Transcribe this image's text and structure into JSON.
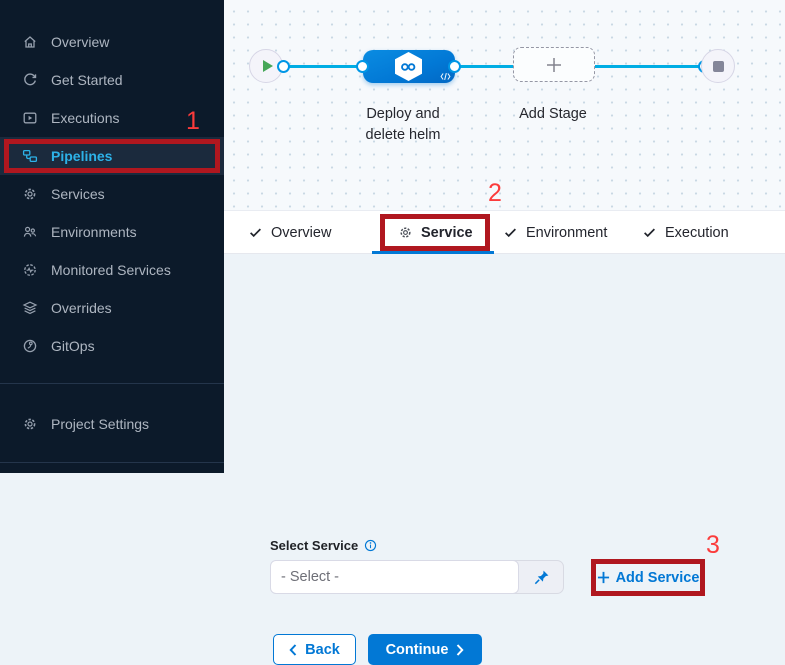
{
  "sidebar": {
    "items": [
      {
        "label": "Overview",
        "icon": "home-icon"
      },
      {
        "label": "Get Started",
        "icon": "restart-icon"
      },
      {
        "label": "Executions",
        "icon": "play-square-icon"
      },
      {
        "label": "Pipelines",
        "icon": "pipelines-icon",
        "selected": true
      },
      {
        "label": "Services",
        "icon": "gear-icon"
      },
      {
        "label": "Environments",
        "icon": "group-icon"
      },
      {
        "label": "Monitored Services",
        "icon": "monitor-pulse-icon"
      },
      {
        "label": "Overrides",
        "icon": "layers-icon"
      },
      {
        "label": "GitOps",
        "icon": "gitops-icon"
      }
    ],
    "project_settings_label": "Project Settings"
  },
  "canvas": {
    "stage_label_line1": "Deploy and",
    "stage_label_line2": "delete helm",
    "add_stage_label": "Add Stage",
    "stage_icon": "cd-infinity-hexagon-icon",
    "start_icon": "play-icon",
    "end_icon": "stop-icon"
  },
  "tabs": {
    "items": [
      {
        "label": "Overview",
        "icon": "check-icon",
        "active": false
      },
      {
        "label": "Service",
        "icon": "gear-icon",
        "active": true
      },
      {
        "label": "Environment",
        "icon": "check-icon",
        "active": false
      },
      {
        "label": "Execution",
        "icon": "check-icon",
        "active": false
      }
    ]
  },
  "form": {
    "select_service_label": "Select Service",
    "select_value": "- Select -",
    "add_service_label": "Add Service",
    "back_label": "Back",
    "continue_label": "Continue"
  },
  "annotations": {
    "steps": [
      "1",
      "2",
      "3"
    ],
    "box_color": "#b0171f",
    "number_color": "#fb3b3b"
  },
  "colors": {
    "primary_blue": "#0278d5",
    "edge_cyan": "#00ade4",
    "sidebar_bg": "#0c1a2a",
    "sidebar_selected_bg": "#1b2a3d",
    "sidebar_selected_text": "#2db2e8",
    "canvas_bg": "#f6f9fc",
    "content_bg": "#edf3f8"
  }
}
